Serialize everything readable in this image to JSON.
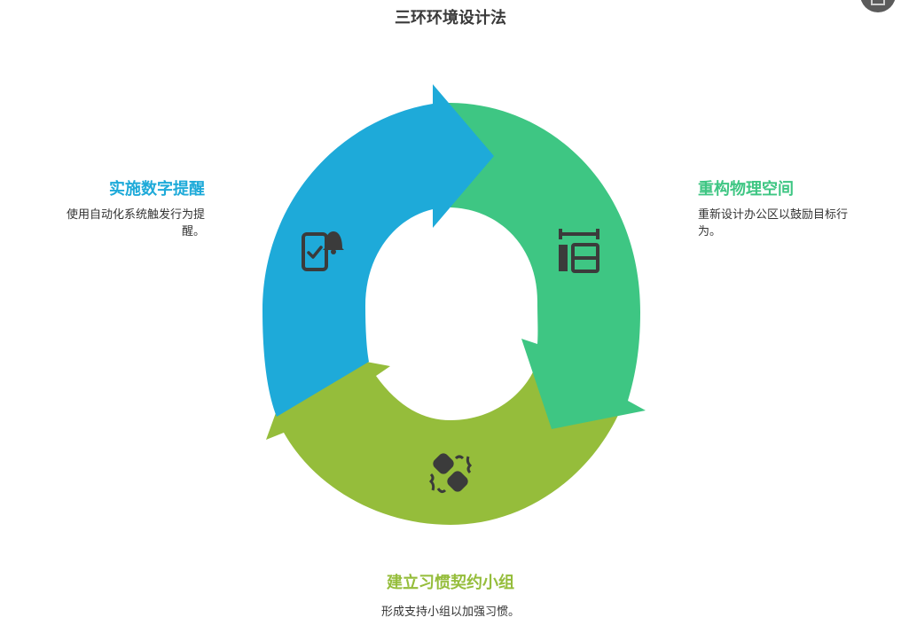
{
  "title": "三环环境设计法",
  "colors": {
    "blue": "#1eaad9",
    "green": "#3ec683",
    "olive": "#95bd3b",
    "icon": "#3b3b3b"
  },
  "segments": [
    {
      "id": "digital",
      "heading": "实施数字提醒",
      "description": "使用自动化系统触发行为提醒。",
      "icon": "phone-check-bell-icon"
    },
    {
      "id": "physical",
      "heading": "重构物理空间",
      "description": "重新设计办公区以鼓励目标行为。",
      "icon": "room-layout-icon"
    },
    {
      "id": "social",
      "heading": "建立习惯契约小组",
      "description": "形成支持小组以加强习惯。",
      "icon": "handshake-icon"
    }
  ]
}
